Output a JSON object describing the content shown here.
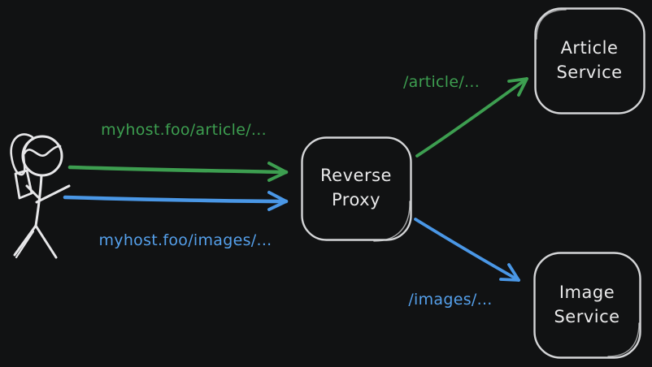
{
  "canvas": {
    "background": "#111213",
    "description": "Reverse proxy routing diagram"
  },
  "colors": {
    "green_accent": "#3d9e50",
    "blue_accent": "#55a0eb",
    "stroke_white": "#d9dadc",
    "text_white": "#e9e9ea"
  },
  "actor": {
    "name": "user-with-phone"
  },
  "nodes": [
    {
      "id": "reverse-proxy",
      "lines": [
        "Reverse",
        "Proxy"
      ]
    },
    {
      "id": "article-service",
      "lines": [
        "Article",
        "Service"
      ]
    },
    {
      "id": "image-service",
      "lines": [
        "Image",
        "Service"
      ]
    }
  ],
  "edges": [
    {
      "id": "user-to-proxy-article",
      "label": "myhost.foo/article/...",
      "color": "green"
    },
    {
      "id": "user-to-proxy-images",
      "label": "myhost.foo/images/...",
      "color": "blue"
    },
    {
      "id": "proxy-to-article-service",
      "label": "/article/...",
      "color": "green"
    },
    {
      "id": "proxy-to-image-service",
      "label": "/images/...",
      "color": "blue"
    }
  ]
}
